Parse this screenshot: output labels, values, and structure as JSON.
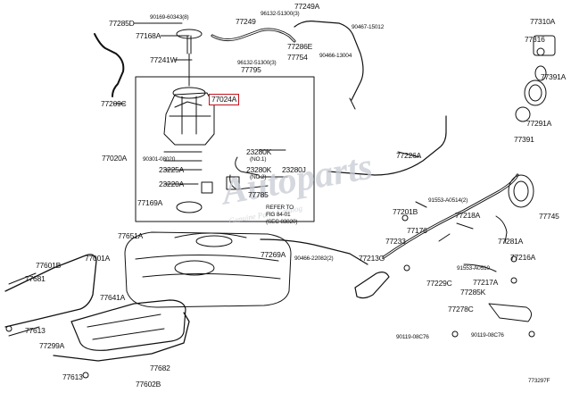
{
  "diagram": {
    "highlighted_part": "77024A",
    "figure_number": "773297F",
    "refer_note": [
      "REFER TO",
      "FIG 84-01",
      "(SEC 83820)"
    ],
    "watermark": {
      "logo": "Autoparts",
      "tagline": "Genuine Parts Catalog"
    },
    "part_labels": [
      {
        "id": "77285D",
        "text": "77285D",
        "small": false
      },
      {
        "id": "90169-60343-8",
        "text": "90169-60343(8)",
        "small": true
      },
      {
        "id": "77168A",
        "text": "77168A",
        "small": false
      },
      {
        "id": "77241W",
        "text": "77241W",
        "small": false
      },
      {
        "id": "77209C",
        "text": "77209C",
        "small": false
      },
      {
        "id": "77249",
        "text": "77249",
        "small": false
      },
      {
        "id": "96132-51300-3a",
        "text": "96132-51300(3)",
        "small": true
      },
      {
        "id": "77249A",
        "text": "77249A",
        "small": false
      },
      {
        "id": "90467-15012",
        "text": "90467-15012",
        "small": true
      },
      {
        "id": "77286E",
        "text": "77286E",
        "small": false
      },
      {
        "id": "77754",
        "text": "77754",
        "small": false
      },
      {
        "id": "90466-13004",
        "text": "90466-13004",
        "small": true
      },
      {
        "id": "77795",
        "text": "77795",
        "small": false
      },
      {
        "id": "96132-51300-3b",
        "text": "96132-51300(3)",
        "small": true
      },
      {
        "id": "77024A",
        "text": "77024A",
        "small": false
      },
      {
        "id": "77020A",
        "text": "77020A",
        "small": false
      },
      {
        "id": "90301-08020",
        "text": "90301-08020",
        "small": true
      },
      {
        "id": "23280K-1",
        "text": "23280K",
        "small": false
      },
      {
        "id": "no1",
        "text": "(NO.1)",
        "small": true
      },
      {
        "id": "23225A",
        "text": "23225A",
        "small": false
      },
      {
        "id": "23280K-2",
        "text": "23280K",
        "small": false
      },
      {
        "id": "no2",
        "text": "(NO.2)",
        "small": true
      },
      {
        "id": "23280J",
        "text": "23280J",
        "small": false
      },
      {
        "id": "23220A",
        "text": "23220A",
        "small": false
      },
      {
        "id": "77785",
        "text": "77785",
        "small": false
      },
      {
        "id": "77169A",
        "text": "77169A",
        "small": false
      },
      {
        "id": "77651A",
        "text": "77651A",
        "small": false
      },
      {
        "id": "77001A",
        "text": "77001A",
        "small": false
      },
      {
        "id": "77601B",
        "text": "77601B",
        "small": false
      },
      {
        "id": "77681",
        "text": "77681",
        "small": false
      },
      {
        "id": "77613a",
        "text": "77613",
        "small": false
      },
      {
        "id": "77641A",
        "text": "77641A",
        "small": false
      },
      {
        "id": "77299A",
        "text": "77299A",
        "small": false
      },
      {
        "id": "77613b",
        "text": "77613",
        "small": false
      },
      {
        "id": "77682",
        "text": "77682",
        "small": false
      },
      {
        "id": "77602B",
        "text": "77602B",
        "small": false
      },
      {
        "id": "77269A",
        "text": "77269A",
        "small": false
      },
      {
        "id": "90466-22082",
        "text": "90466-22082(2)",
        "small": true
      },
      {
        "id": "77310A",
        "text": "77310A",
        "small": false
      },
      {
        "id": "77316",
        "text": "77316",
        "small": false
      },
      {
        "id": "77391A",
        "text": "77391A",
        "small": false
      },
      {
        "id": "77291A",
        "text": "77291A",
        "small": false
      },
      {
        "id": "77391",
        "text": "77391",
        "small": false
      },
      {
        "id": "77226A",
        "text": "77226A",
        "small": false
      },
      {
        "id": "91553-A0514",
        "text": "91553-A0514(2)",
        "small": true
      },
      {
        "id": "77201B",
        "text": "77201B",
        "small": false
      },
      {
        "id": "77218A",
        "text": "77218A",
        "small": false
      },
      {
        "id": "77745",
        "text": "77745",
        "small": false
      },
      {
        "id": "77176",
        "text": "77176",
        "small": false
      },
      {
        "id": "77233",
        "text": "77233",
        "small": false
      },
      {
        "id": "77281A",
        "text": "77281A",
        "small": false
      },
      {
        "id": "77213G",
        "text": "77213G",
        "small": false
      },
      {
        "id": "77216A",
        "text": "77216A",
        "small": false
      },
      {
        "id": "91553-A0510",
        "text": "91553-A0510",
        "small": true
      },
      {
        "id": "77229C",
        "text": "77229C",
        "small": false
      },
      {
        "id": "77217A",
        "text": "77217A",
        "small": false
      },
      {
        "id": "77285K",
        "text": "77285K",
        "small": false
      },
      {
        "id": "77278C",
        "text": "77278C",
        "small": false
      },
      {
        "id": "90119-08C76a",
        "text": "90119-08C76",
        "small": true
      },
      {
        "id": "90119-08C76b",
        "text": "90119-08C76",
        "small": true
      }
    ]
  }
}
